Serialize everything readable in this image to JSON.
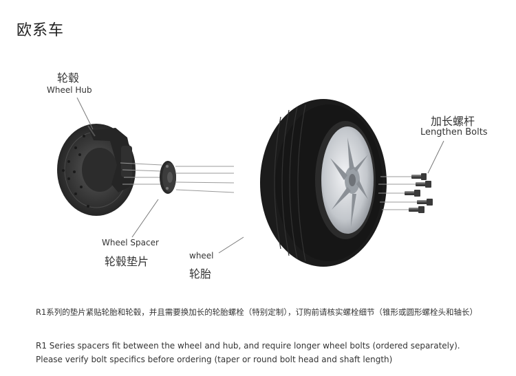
{
  "title": "欧系车",
  "labels": {
    "wheel_hub_cn": "轮毂",
    "wheel_hub_en": "Wheel Hub",
    "bolts_cn": "加长螺杆",
    "bolts_en": "Lengthen Bolts",
    "spacer_en": "Wheel Spacer",
    "spacer_cn": "轮毂垫片",
    "wheel_en": "wheel",
    "wheel_cn": "轮胎"
  },
  "description": {
    "cn": "R1系列的垫片紧贴轮胎和轮毂，并且需要换加长的轮胎螺栓（特别定制），订购前请核实螺栓细节（锥形或圆形螺栓头和轴长）",
    "en_line1": "R1 Series spacers fit between the wheel and hub, and require longer wheel bolts (ordered separately).",
    "en_line2": "Please verify bolt specifics before ordering (taper or round bolt head and shaft length)"
  },
  "colors": {
    "rotor": "#3a3a3a",
    "caliper": "#262626",
    "tire": "#1a1a1a",
    "rim": "#c8ccd0",
    "leader_line": "#777777"
  },
  "icons": [
    "brake-rotor",
    "wheel-spacer",
    "tire-wheel",
    "lug-bolt"
  ]
}
